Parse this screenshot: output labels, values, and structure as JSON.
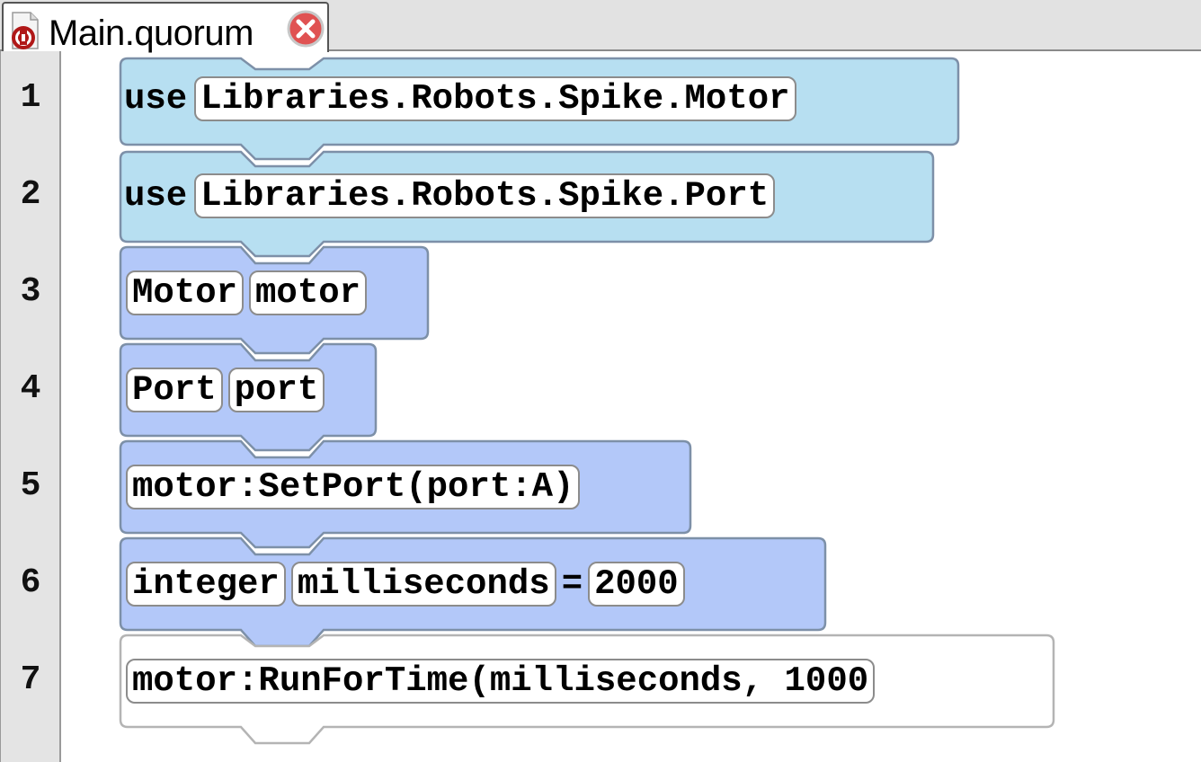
{
  "tab": {
    "title": "Main.quorum",
    "file_icon": "quorum-file-icon",
    "close_icon": "close-icon"
  },
  "colors": {
    "use_block": "#b7dff1",
    "statement_block": "#b3c8f9",
    "selected_block": "#ffffff",
    "block_border": "#7d90a8"
  },
  "lines": [
    {
      "number": "1",
      "keyword": "use",
      "slots": [
        "Libraries.Robots.Spike.Motor"
      ]
    },
    {
      "number": "2",
      "keyword": "use",
      "slots": [
        "Libraries.Robots.Spike.Port"
      ]
    },
    {
      "number": "3",
      "slots": [
        "Motor",
        "motor"
      ]
    },
    {
      "number": "4",
      "slots": [
        "Port",
        "port"
      ]
    },
    {
      "number": "5",
      "slots": [
        "motor:SetPort(port:A)"
      ]
    },
    {
      "number": "6",
      "slots": [
        "integer",
        "milliseconds",
        "2000"
      ],
      "operator": "="
    },
    {
      "number": "7",
      "slots": [
        "motor:RunForTime(milliseconds, 1000"
      ]
    }
  ]
}
